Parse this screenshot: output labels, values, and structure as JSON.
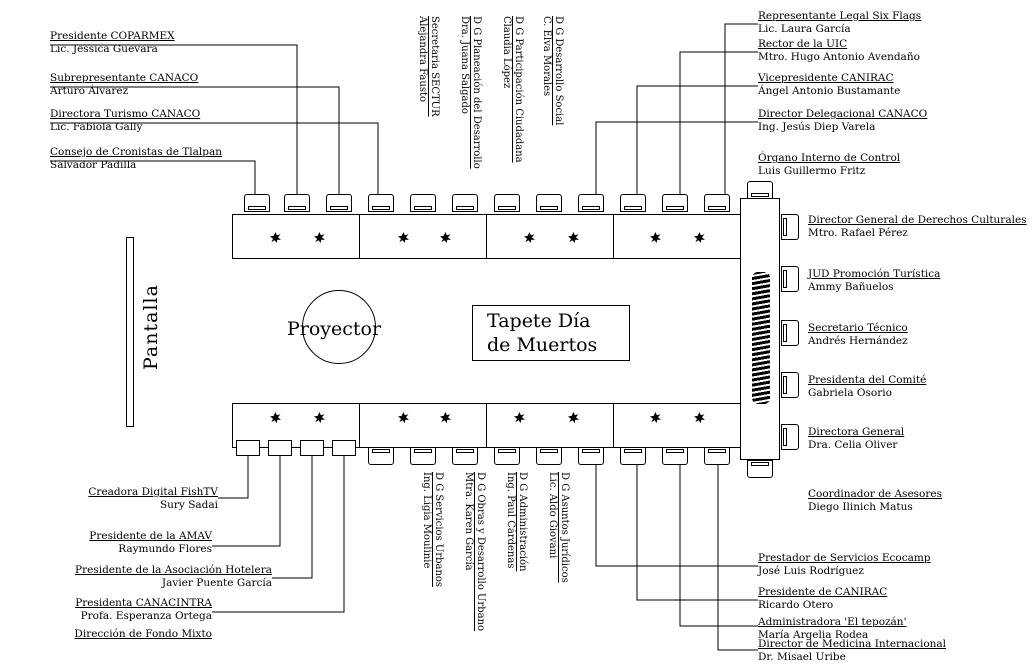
{
  "screen": {
    "label": "Pantalla"
  },
  "projector": {
    "label": "Proyector"
  },
  "carpet": {
    "label": "Tapete Día de Muertos"
  },
  "left_labels": [
    {
      "title": "Presidente COPARMEX",
      "name": "Lic. Jessica Guevara"
    },
    {
      "title": "Subrepresentante CANACO",
      "name": "Arturo Álvarez"
    },
    {
      "title": "Directora Turismo CANACO",
      "name": "Lic. Fabiola Gally"
    },
    {
      "title": "Consejo de Cronistas de Tlalpan",
      "name": "Salvador Padilla"
    }
  ],
  "top_vertical_labels": [
    {
      "title": "Secretaria SECTUR",
      "name": "Alejandra Fausto"
    },
    {
      "title": "D G Planeación del Desarrollo",
      "name": "Dra. Juana Salgado"
    },
    {
      "title": "D G Participación Ciudadana",
      "name": "Claudia López"
    },
    {
      "title": "D G Desarrollo Social",
      "name": "C. Elva Morales"
    }
  ],
  "top_right_labels": [
    {
      "title": "Representante Legal Six Flags",
      "name": "Lic. Laura García"
    },
    {
      "title": "Rector de la UIC",
      "name": "Mtro. Hugo Antonio Avendaño"
    },
    {
      "title": "Vicepresidente CANIRAC",
      "name": "Ángel Antonio Bustamante"
    },
    {
      "title": "Director Delegacional CANACO",
      "name": "Ing. Jesús Diep Varela"
    },
    {
      "title": "Órgano Interno de Control",
      "name": "Luis Guillermo Fritz"
    }
  ],
  "right_labels": [
    {
      "title": "Director General de Derechos Culturales",
      "name": "Mtro. Rafael Pérez"
    },
    {
      "title": "JUD Promoción Turística",
      "name": "Ammy Bañuelos"
    },
    {
      "title": "Secretario Técnico",
      "name": "Andrés Hernández"
    },
    {
      "title": "Presidenta del Comité",
      "name": "Gabriela Osorio"
    },
    {
      "title": "Directora General",
      "name": "Dra. Celia Oliver"
    },
    {
      "title": "Coordinador de Asesores",
      "name": "Diego Ilinich Matus"
    }
  ],
  "bottom_vertical_labels": [
    {
      "title": "D G Servicios Urbanos",
      "name": "Ing. Ligia Moulinie"
    },
    {
      "title": "D G Obras y Desarrollo Urbano",
      "name": "Mtra. Karen García"
    },
    {
      "title": "D G Administración",
      "name": "Ing. Paul Cárdenas"
    },
    {
      "title": "D G Asuntos Jurídicos",
      "name": "Lic. Aldo Giovani"
    }
  ],
  "bottom_left_labels": [
    {
      "title": "Creadora Digital FishTV",
      "name": "Sury Sadai"
    },
    {
      "title": "Presidente de la AMAV",
      "name": "Raymundo Flores"
    },
    {
      "title": "Presidente de la Asociación Hotelera",
      "name": "Javier Puente García"
    },
    {
      "title": "Presidenta CANACINTRA",
      "name": "Profa. Esperanza Ortega"
    },
    {
      "title": "Dirección de Fondo Mixto",
      "name": ""
    }
  ],
  "bottom_right_labels": [
    {
      "title": "Prestador de Servicios Ecocamp",
      "name": "José Luis Rodríguez"
    },
    {
      "title": "Presidente de CANIRAC",
      "name": "Ricardo Otero"
    },
    {
      "title": "Administradora 'El tepozán'",
      "name": "María Argelia Rodea"
    },
    {
      "title": "Director de Medicina Internacional",
      "name": "Dr. Misael Uribe"
    }
  ]
}
